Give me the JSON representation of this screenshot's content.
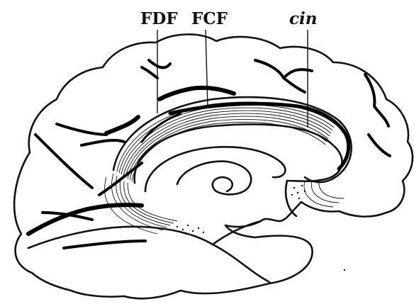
{
  "figure": {
    "labels": {
      "fdf": "FDF",
      "fcf": "FCF",
      "cin": "cin"
    }
  },
  "colors": {
    "ink": "#111111",
    "paper": "#ffffff"
  }
}
